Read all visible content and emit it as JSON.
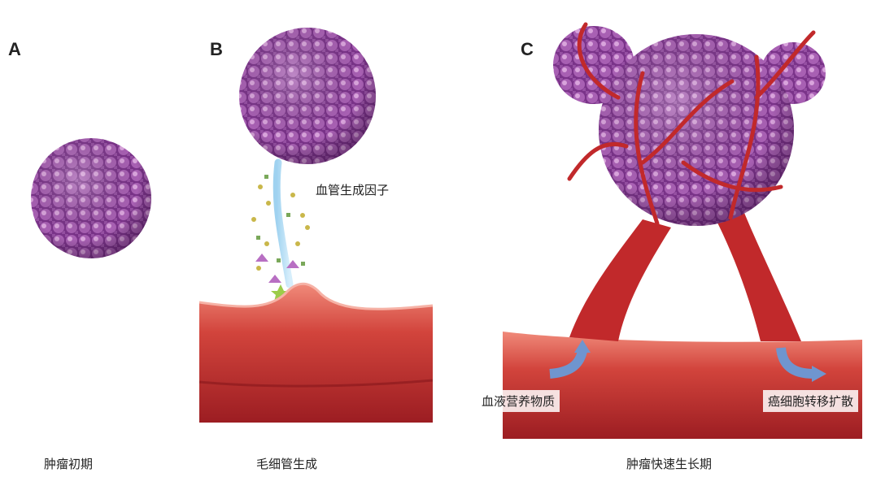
{
  "panels": [
    {
      "letter": "A",
      "caption": "肿瘤初期"
    },
    {
      "letter": "B",
      "caption": "毛细管生成",
      "label": "血管生成因子"
    },
    {
      "letter": "C",
      "caption": "肿瘤快速生长期",
      "labels": [
        "血液营养物质",
        "癌细胞转移扩散"
      ]
    }
  ],
  "colors": {
    "tumor": "#8a3f96",
    "tumor_light": "#c489c9",
    "vessel": "#c1292b",
    "vessel_light": "#e07a6a",
    "arrow": "#6f95cf"
  }
}
